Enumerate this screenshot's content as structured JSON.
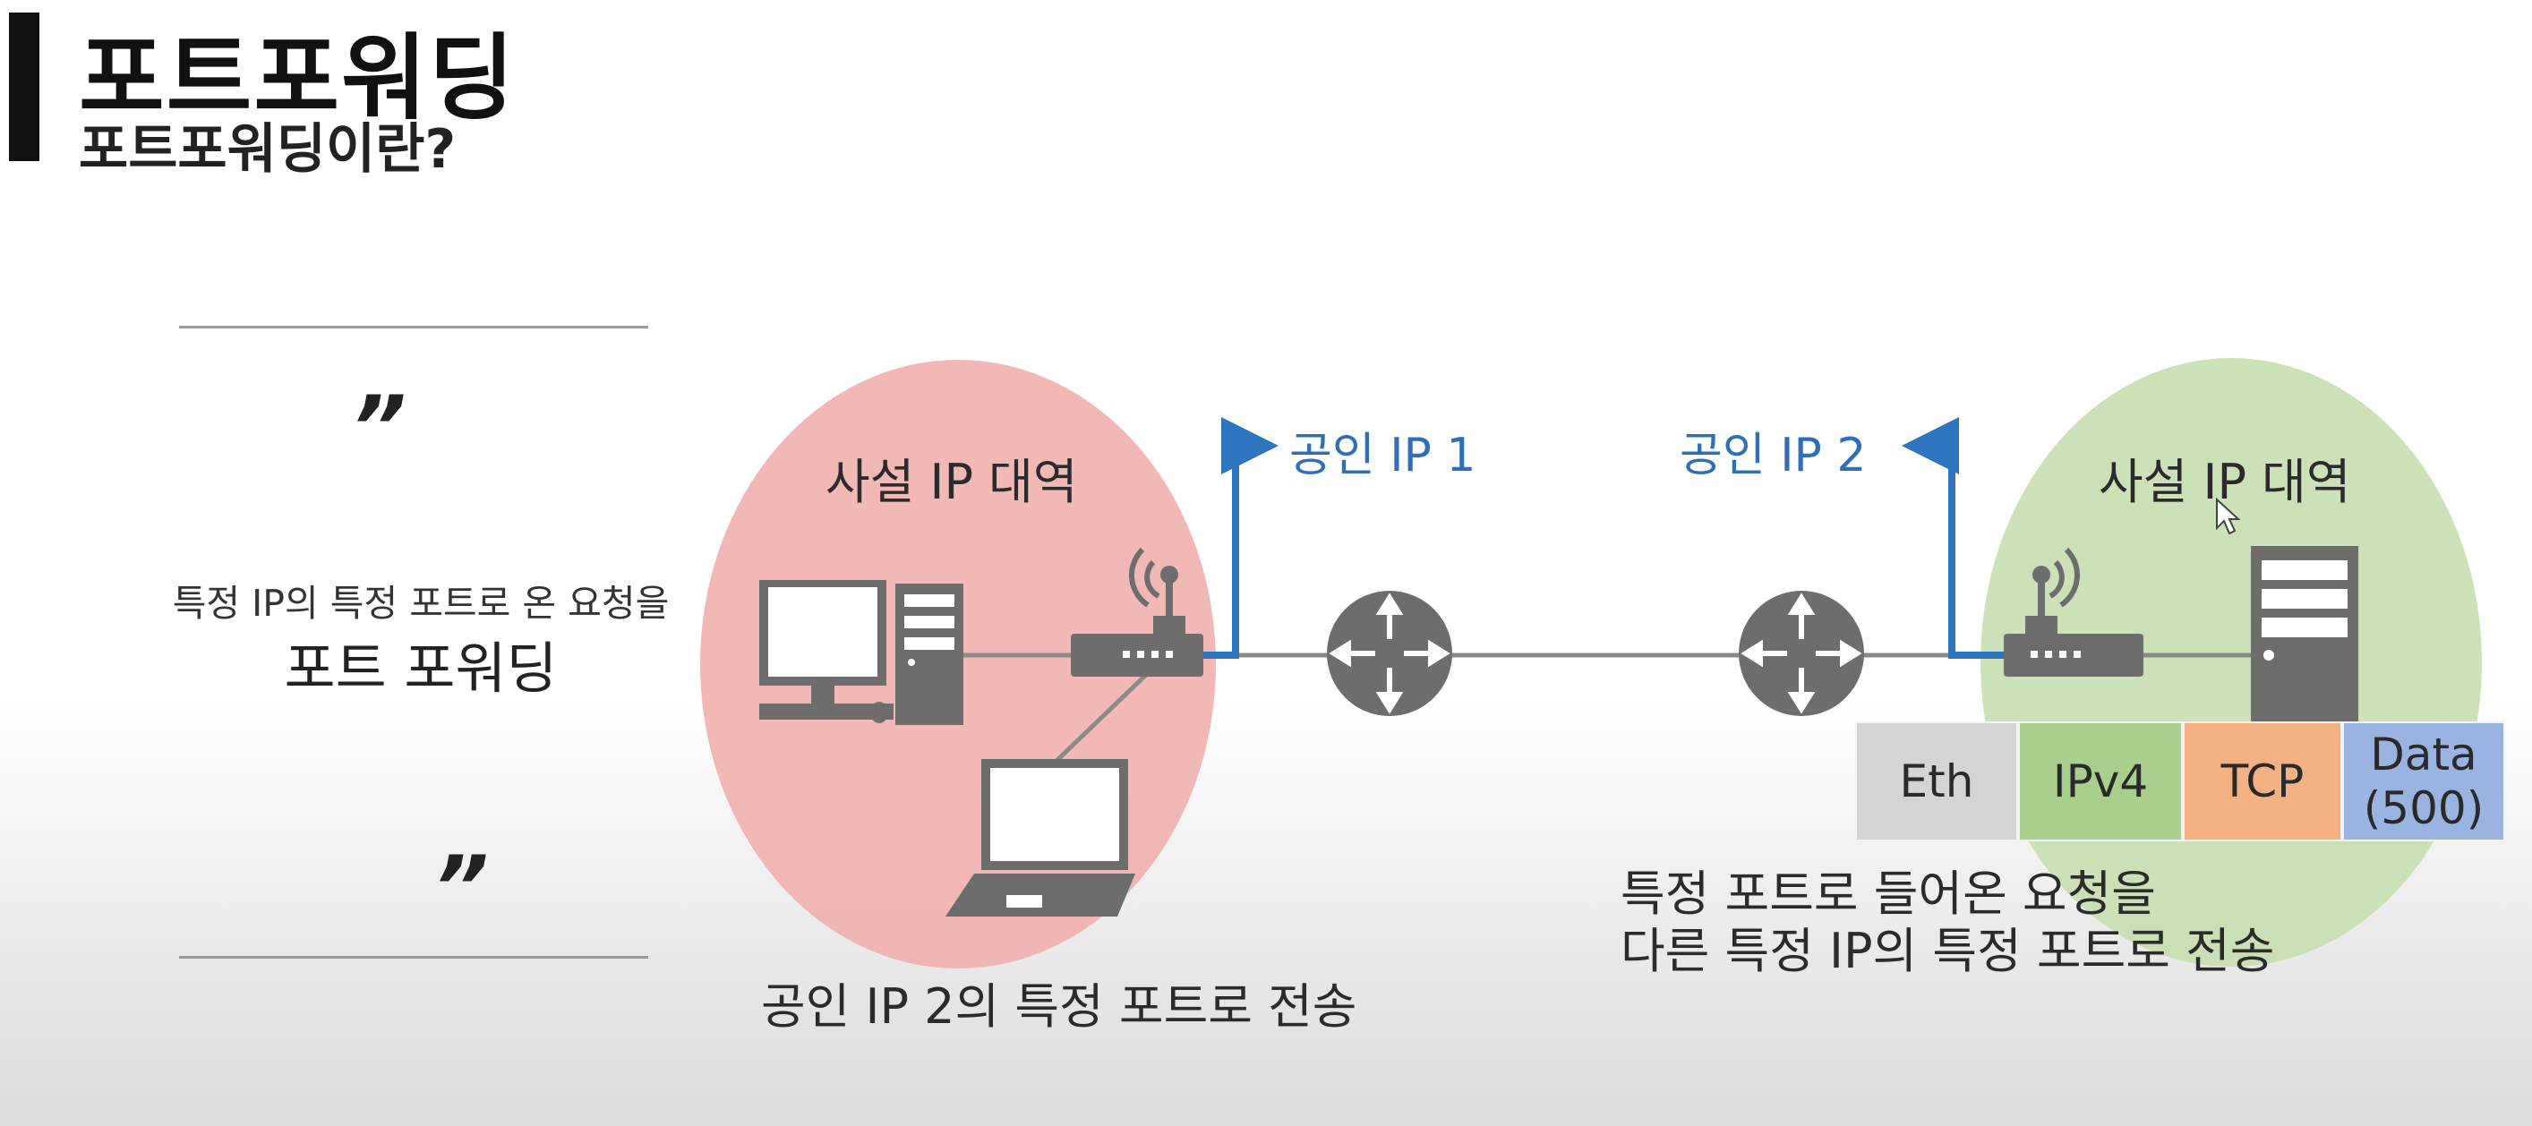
{
  "header": {
    "title": "포트포워딩",
    "subtitle": "포트포워딩이란?"
  },
  "definition": {
    "open_quote": "”",
    "close_quote": "”",
    "line1": "특정 IP의 특정 포트로 온 요청을",
    "line2": "포트 포워딩"
  },
  "diagram": {
    "left_network_label": "사설 IP 대역",
    "right_network_label": "사설 IP 대역",
    "public_ip_1": "공인 IP 1",
    "public_ip_2": "공인 IP 2",
    "left_caption": "공인 IP 2의 특정 포트로 전송",
    "right_caption_line1": "특정 포트로 들어온 요청을",
    "right_caption_line2": "다른 특정 IP의 특정 포트로 전송",
    "packet": [
      {
        "label": "Eth",
        "color": "#d4d4d4"
      },
      {
        "label": "IPv4",
        "color": "#a9cf8e"
      },
      {
        "label": "TCP",
        "color": "#f4b184"
      },
      {
        "label": "Data\n(500)",
        "color": "#9bb3e0"
      }
    ]
  },
  "colors": {
    "accent_bar": "#111111",
    "private_left": "#efb0ad",
    "private_right": "#c6deb0",
    "public_link": "#2e75c0",
    "device_gray": "#6d6d6d"
  }
}
